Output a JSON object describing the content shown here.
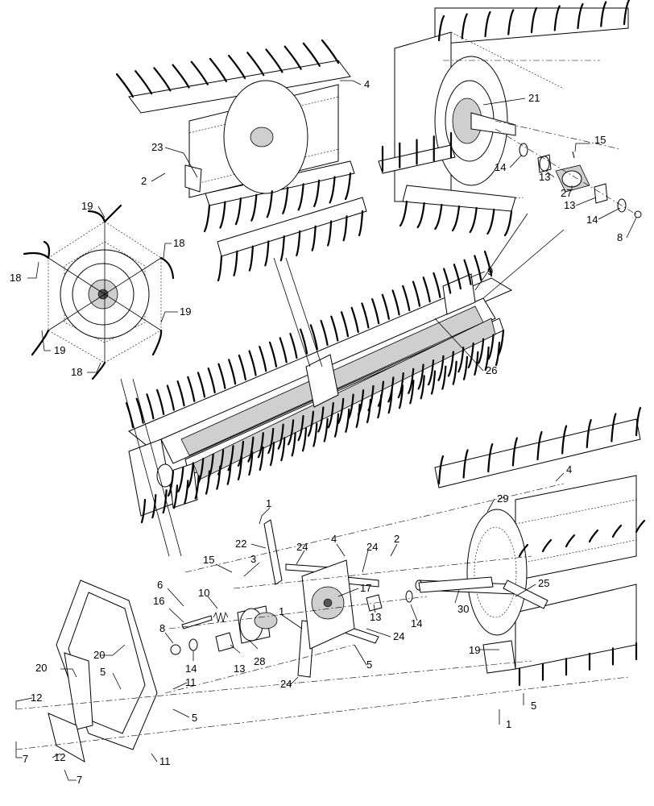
{
  "diagram": {
    "callouts": [
      {
        "id": "c4a",
        "text": "4"
      },
      {
        "id": "c21",
        "text": "21"
      },
      {
        "id": "c15a",
        "text": "15"
      },
      {
        "id": "c23",
        "text": "23"
      },
      {
        "id": "c2a",
        "text": "2"
      },
      {
        "id": "c14a",
        "text": "14"
      },
      {
        "id": "c13a",
        "text": "13"
      },
      {
        "id": "c27",
        "text": "27"
      },
      {
        "id": "c13b",
        "text": "13"
      },
      {
        "id": "c14b",
        "text": "14"
      },
      {
        "id": "c8a",
        "text": "8"
      },
      {
        "id": "c19a",
        "text": "19"
      },
      {
        "id": "c18a",
        "text": "18"
      },
      {
        "id": "c18b",
        "text": "18"
      },
      {
        "id": "c19b",
        "text": "19"
      },
      {
        "id": "c19c",
        "text": "19"
      },
      {
        "id": "c18c",
        "text": "18"
      },
      {
        "id": "c9",
        "text": "9"
      },
      {
        "id": "c26",
        "text": "26"
      },
      {
        "id": "c4b",
        "text": "4"
      },
      {
        "id": "c29",
        "text": "29"
      },
      {
        "id": "c1a",
        "text": "1"
      },
      {
        "id": "c22",
        "text": "22"
      },
      {
        "id": "c4c",
        "text": "4"
      },
      {
        "id": "c2b",
        "text": "2"
      },
      {
        "id": "c24a",
        "text": "24"
      },
      {
        "id": "c24b",
        "text": "24"
      },
      {
        "id": "c15b",
        "text": "15"
      },
      {
        "id": "c3",
        "text": "3"
      },
      {
        "id": "c17",
        "text": "17"
      },
      {
        "id": "c25",
        "text": "25"
      },
      {
        "id": "c6",
        "text": "6"
      },
      {
        "id": "c10",
        "text": "10"
      },
      {
        "id": "c16",
        "text": "16"
      },
      {
        "id": "c30",
        "text": "30"
      },
      {
        "id": "c1b",
        "text": "1"
      },
      {
        "id": "c8b",
        "text": "8"
      },
      {
        "id": "c13c",
        "text": "13"
      },
      {
        "id": "c14c",
        "text": "14"
      },
      {
        "id": "c14d",
        "text": "14"
      },
      {
        "id": "c13d",
        "text": "13"
      },
      {
        "id": "c28",
        "text": "28"
      },
      {
        "id": "c24c",
        "text": "24"
      },
      {
        "id": "c5a",
        "text": "5"
      },
      {
        "id": "c19d",
        "text": "19"
      },
      {
        "id": "c20a",
        "text": "20"
      },
      {
        "id": "c20b",
        "text": "20"
      },
      {
        "id": "c5b",
        "text": "5"
      },
      {
        "id": "c11a",
        "text": "11"
      },
      {
        "id": "c24d",
        "text": "24"
      },
      {
        "id": "c5c",
        "text": "5"
      },
      {
        "id": "c12a",
        "text": "12"
      },
      {
        "id": "c5d",
        "text": "5"
      },
      {
        "id": "c1c",
        "text": "1"
      },
      {
        "id": "c7a",
        "text": "7"
      },
      {
        "id": "c12b",
        "text": "12"
      },
      {
        "id": "c11b",
        "text": "11"
      },
      {
        "id": "c7b",
        "text": "7"
      }
    ]
  }
}
